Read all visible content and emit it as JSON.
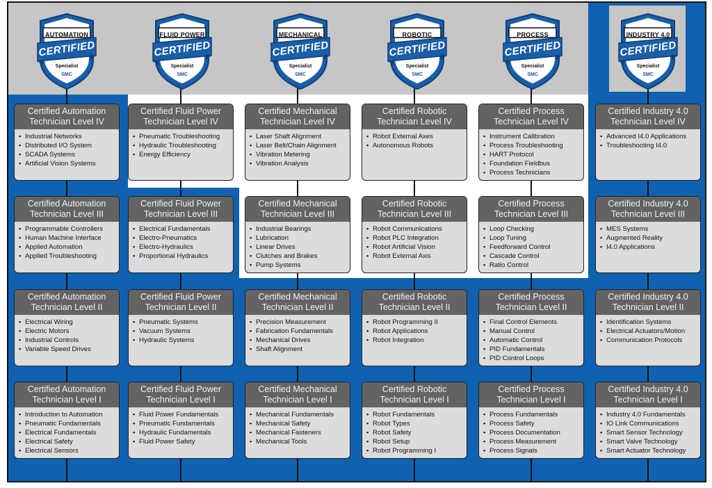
{
  "badges": [
    {
      "name": "AUTOMATION",
      "certified": "CERTIFIED",
      "specialist": "Specialist",
      "brand": "SMC"
    },
    {
      "name": "FLUID POWER",
      "certified": "CERTIFIED",
      "specialist": "Specialist",
      "brand": "SMC"
    },
    {
      "name": "MECHANICAL",
      "certified": "CERTIFIED",
      "specialist": "Specialist",
      "brand": "SMC"
    },
    {
      "name": "ROBOTIC",
      "certified": "CERTIFIED",
      "specialist": "Specialist",
      "brand": "SMC"
    },
    {
      "name": "PROCESS",
      "certified": "CERTIFIED",
      "specialist": "Specialist",
      "brand": "SMC"
    },
    {
      "name": "INDUSTRY 4.0",
      "certified": "CERTIFIED",
      "specialist": "Specialist",
      "brand": "SMC"
    }
  ],
  "colors": {
    "background_blue": "#1062b0",
    "background_gray": "#c6c6c6",
    "card_header": "#636363",
    "card_body": "#dcdcdc"
  },
  "columns": [
    {
      "levels": [
        {
          "title": "Certified Automation Technician Level IV",
          "items": [
            "Industrial Networks",
            "Distributed I/O System",
            "SCADA Systems",
            "Artificial Vision Systems"
          ]
        },
        {
          "title": "Certified Automation Technician Level III",
          "items": [
            "Programmable Controllers",
            "Human Machine Interface",
            "Applied Automation",
            "Applied Troubleshooting"
          ]
        },
        {
          "title": "Certified Automation Technician Level II",
          "items": [
            "Electrical Wiring",
            "Electric Motors",
            "Industrial Controls",
            "Variable Speed Drives"
          ]
        },
        {
          "title": "Certified Automation Technician Level I",
          "items": [
            "Introduction to Automation",
            "Pneumatic Fundamentals",
            "Electrical Fundamentals",
            "Electrical Safety",
            "Electrical Sensors"
          ]
        }
      ]
    },
    {
      "levels": [
        {
          "title": "Certified Fluid Power Technician Level IV",
          "items": [
            "Pneumatic Troubleshooting",
            "Hydraulic Troubleshooting",
            "Energy Efficiency"
          ]
        },
        {
          "title": "Certified Fluid Power Technician Level III",
          "items": [
            "Electrical Fundamentals",
            "Electro-Pneumatics",
            "Electro-Hydraulics",
            "Proportional Hydraulics"
          ]
        },
        {
          "title": "Certified Fluid Power Technician Level II",
          "items": [
            "Pneumatic Systems",
            "Vacuum Systems",
            "Hydraulic Systems"
          ]
        },
        {
          "title": "Certified Fluid Power Technician Level I",
          "items": [
            "Fluid Power Fundamentals",
            "Pneumatic Fundamentals",
            "Hydraulic Fundamentals",
            "Fluid Power Safety"
          ]
        }
      ]
    },
    {
      "levels": [
        {
          "title": "Certified Mechanical Technician Level IV",
          "items": [
            "Laser Shaft Alignment",
            "Laser Belt/Chain Alignment",
            "Vibration Metering",
            "Vibration Analysis"
          ]
        },
        {
          "title": "Certified Mechanical Technician Level III",
          "items": [
            "Industrial Bearings",
            "Lubrication",
            "Linear Drives",
            "Clutches and Brakes",
            "Pump Systems"
          ]
        },
        {
          "title": "Certified Mechanical Technician Level II",
          "items": [
            "Precision Measurement",
            "Fabrication Fundamentals",
            "Mechanical Drives",
            "Shaft Alignment"
          ]
        },
        {
          "title": "Certified Mechanical Technician Level I",
          "items": [
            "Mechanical Fundamentals",
            "Mechanical Safety",
            "Mechanical Fasteners",
            "Mechanical Tools"
          ]
        }
      ]
    },
    {
      "levels": [
        {
          "title": "Certified Robotic Technician Level IV",
          "items": [
            "Robot External Axes",
            "Autonomous Robots"
          ]
        },
        {
          "title": "Certified Robotic Technician Level III",
          "items": [
            "Robot Communications",
            "Robot PLC Integration",
            "Robot Artificial Vision",
            "Robot External Axis"
          ]
        },
        {
          "title": "Certified Robotic Technician Level II",
          "items": [
            "Robot Programming II",
            "Robot Applications",
            "Robot Integration"
          ]
        },
        {
          "title": "Certified Robotic Technician Level I",
          "items": [
            "Robot Fundamentals",
            "Robot Types",
            "Robot Safety",
            "Robot Setup",
            "Robot Programming I"
          ]
        }
      ]
    },
    {
      "levels": [
        {
          "title": "Certified Process Technician Level IV",
          "items": [
            "Instrument Calibration",
            "Process Troubleshooting",
            "HART Protocol",
            "Foundation Fieldbus",
            "Process Technicians"
          ]
        },
        {
          "title": "Certified Process Technician Level III",
          "items": [
            "Loop Checking",
            "Loop Tuning",
            "Feedforward Control",
            "Cascade Control",
            "Ratio Control"
          ]
        },
        {
          "title": "Certified Process Technician Level II",
          "items": [
            "Final Control Elements",
            "Manual Control",
            "Automatic Control",
            "PID Fundamentals",
            "PID Control Loops"
          ]
        },
        {
          "title": "Certified Process Technician Level I",
          "items": [
            "Process Fundamentals",
            "Process Safety",
            "Process Documentation",
            "Process Measurement",
            "Process Signals"
          ]
        }
      ]
    },
    {
      "levels": [
        {
          "title": "Certified Industry 4.0 Technician Level IV",
          "items": [
            "Advanced I4.0 Applications",
            "Troubleshooting I4.0"
          ]
        },
        {
          "title": "Certified Industry 4.0 Technician Level III",
          "items": [
            "MES Systems",
            "Augmented Reality",
            "I4.0 Applications"
          ]
        },
        {
          "title": "Certified Industry 4.0 Technician Level II",
          "items": [
            "Identification Systems",
            "Electrical Actuators/Motion",
            "Communication Protocols"
          ]
        },
        {
          "title": "Certified Industry 4.0 Technician Level I",
          "items": [
            "Industry 4.0 Fundamentals",
            "IO Link Communications",
            "Smart Sensor Technology",
            "Smart Valve Technology",
            "Smart Actuator Technology"
          ]
        }
      ]
    }
  ]
}
